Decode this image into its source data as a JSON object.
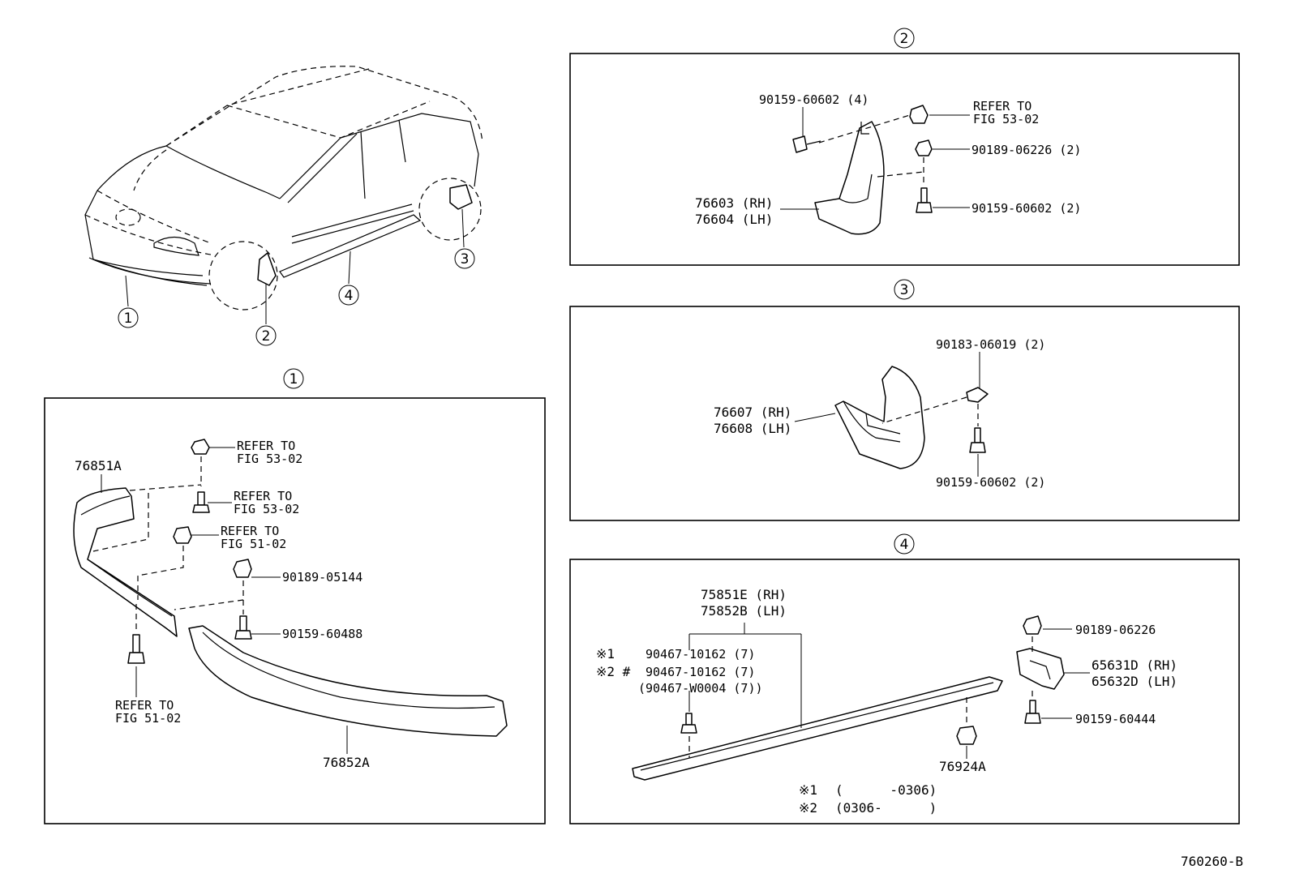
{
  "overview": {
    "callouts": [
      "1",
      "2",
      "3",
      "4"
    ]
  },
  "panel1": {
    "number": "1",
    "parts": {
      "spoiler_upper": "76851A",
      "spoiler_lower": "76852A",
      "clip_ref_a_1": "REFER TO",
      "clip_ref_a_2": "FIG 53-02",
      "screw_ref_b_1": "REFER TO",
      "screw_ref_b_2": "FIG 53-02",
      "clip_ref_c_1": "REFER TO",
      "clip_ref_c_2": "FIG 51-02",
      "clip_90189": "90189-05144",
      "screw_90159": "90159-60488",
      "bolt_ref_1": "REFER TO",
      "bolt_ref_2": "FIG 51-02"
    }
  },
  "panel2": {
    "number": "2",
    "parts": {
      "screw_top": "90159-60602 (4)",
      "ref_1": "REFER TO",
      "ref_2": "FIG 53-02",
      "nut": "90189-06226 (2)",
      "flap_rh": "76603 (RH)",
      "flap_lh": "76604 (LH)",
      "screw_bottom": "90159-60602 (2)"
    }
  },
  "panel3": {
    "number": "3",
    "parts": {
      "clip": "90183-06019 (2)",
      "flap_rh": "76607 (RH)",
      "flap_lh": "76608 (LH)",
      "screw": "90159-60602 (2)"
    }
  },
  "panel4": {
    "number": "4",
    "parts": {
      "moulding_rh": "75851E (RH)",
      "moulding_lh": "75852B (LH)",
      "note1_mark": "※1",
      "note1_part": "90467-10162 (7)",
      "note2_mark": "※2 #",
      "note2_part": "90467-10162 (7)",
      "note2_alt": "(90467-W0004 (7))",
      "nut_top": "90189-06226",
      "bracket_rh": "65631D (RH)",
      "bracket_lh": "65632D (LH)",
      "screw": "90159-60444",
      "clip": "76924A",
      "range1_mark": "※1",
      "range1": "(      -0306)",
      "range2_mark": "※2",
      "range2": "(0306-      )"
    }
  },
  "figure_code": "760260-B"
}
